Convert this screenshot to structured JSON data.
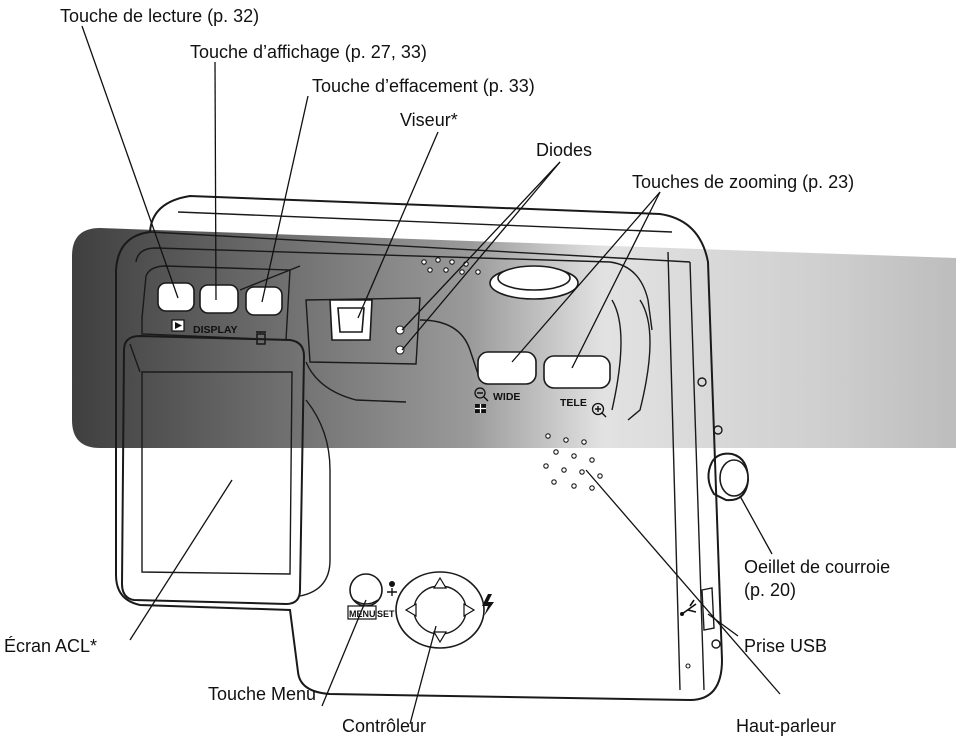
{
  "labels": {
    "playback_button": "Touche de lecture (p. 32)",
    "display_button": "Touche d’affichage (p. 27, 33)",
    "delete_button": "Touche d’effacement (p. 33)",
    "viewfinder": "Viseur*",
    "diodes": "Diodes",
    "zoom_buttons": "Touches de zooming (p. 23)",
    "strap_eyelet_line1": "Oeillet de courroie",
    "strap_eyelet_line2": "(p. 20)",
    "usb_port": "Prise USB",
    "lcd_screen": "Écran ACL*",
    "menu_button": "Touche Menu",
    "controller": "Contrôleur",
    "speaker": "Haut-parleur"
  },
  "camera_marks": {
    "display": "DISPLAY",
    "wide": "WIDE",
    "tele": "TELE",
    "menu": "MENU",
    "set": "SET"
  },
  "colors": {
    "band_dark": "#4a4a4a",
    "band_light": "#d6d6d6",
    "ink": "#111111"
  },
  "icons": {
    "play": "play-icon",
    "trash": "trash-icon",
    "zoom_out": "zoom-out-icon",
    "zoom_in": "zoom-in-icon",
    "index": "index-grid-icon",
    "macro": "macro-flower-icon",
    "flash": "flash-icon",
    "usb": "usb-icon"
  }
}
